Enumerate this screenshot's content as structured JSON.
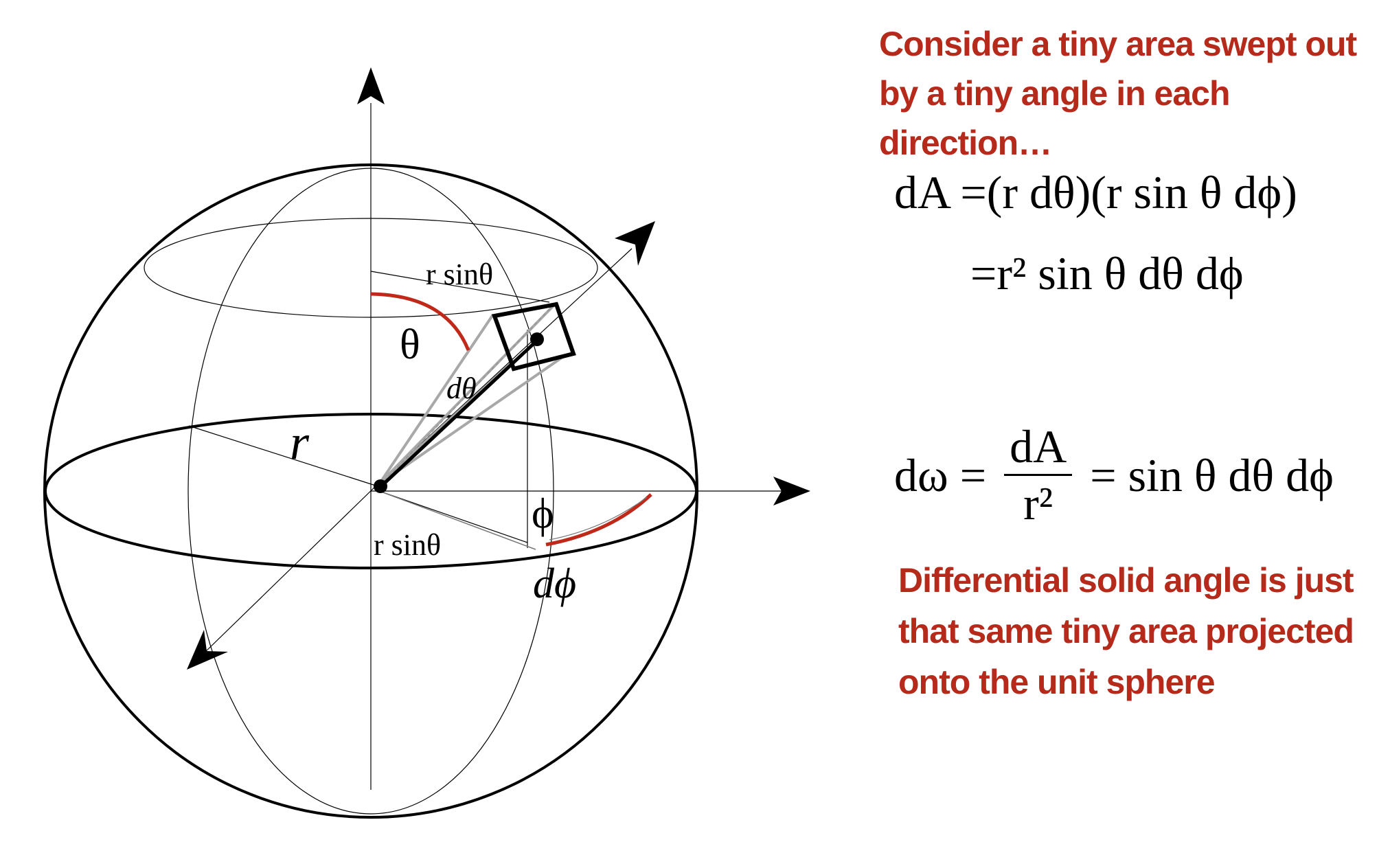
{
  "captions": {
    "top": "Consider a tiny area swept out by a tiny angle in each direction…",
    "bottom": "Differential solid angle is just that same tiny area projected onto the unit sphere"
  },
  "equations": {
    "area_line1_lhs": "dA",
    "area_line1_rhs": "=(r dθ)(r sin θ dϕ)",
    "area_line2": "=r² sin θ dθ dϕ",
    "solid_lhs": "dω =",
    "solid_frac_num": "dA",
    "solid_frac_den": "r²",
    "solid_rhs": "= sin θ dθ dϕ"
  },
  "diagram_labels": {
    "r_sin_theta_top": "r sinθ",
    "theta": "θ",
    "d_theta": "dθ",
    "radius": "r",
    "phi": "ϕ",
    "r_sin_theta_bottom": "r sinθ",
    "d_phi": "dϕ"
  },
  "colors": {
    "caption": "#b52a1a",
    "angle_arc": "#c0281a",
    "cone_lines": "#a8a8a8",
    "ink": "#000000"
  },
  "icons": {
    "axis_arrowheads": "triangle-arrowhead-icon"
  }
}
